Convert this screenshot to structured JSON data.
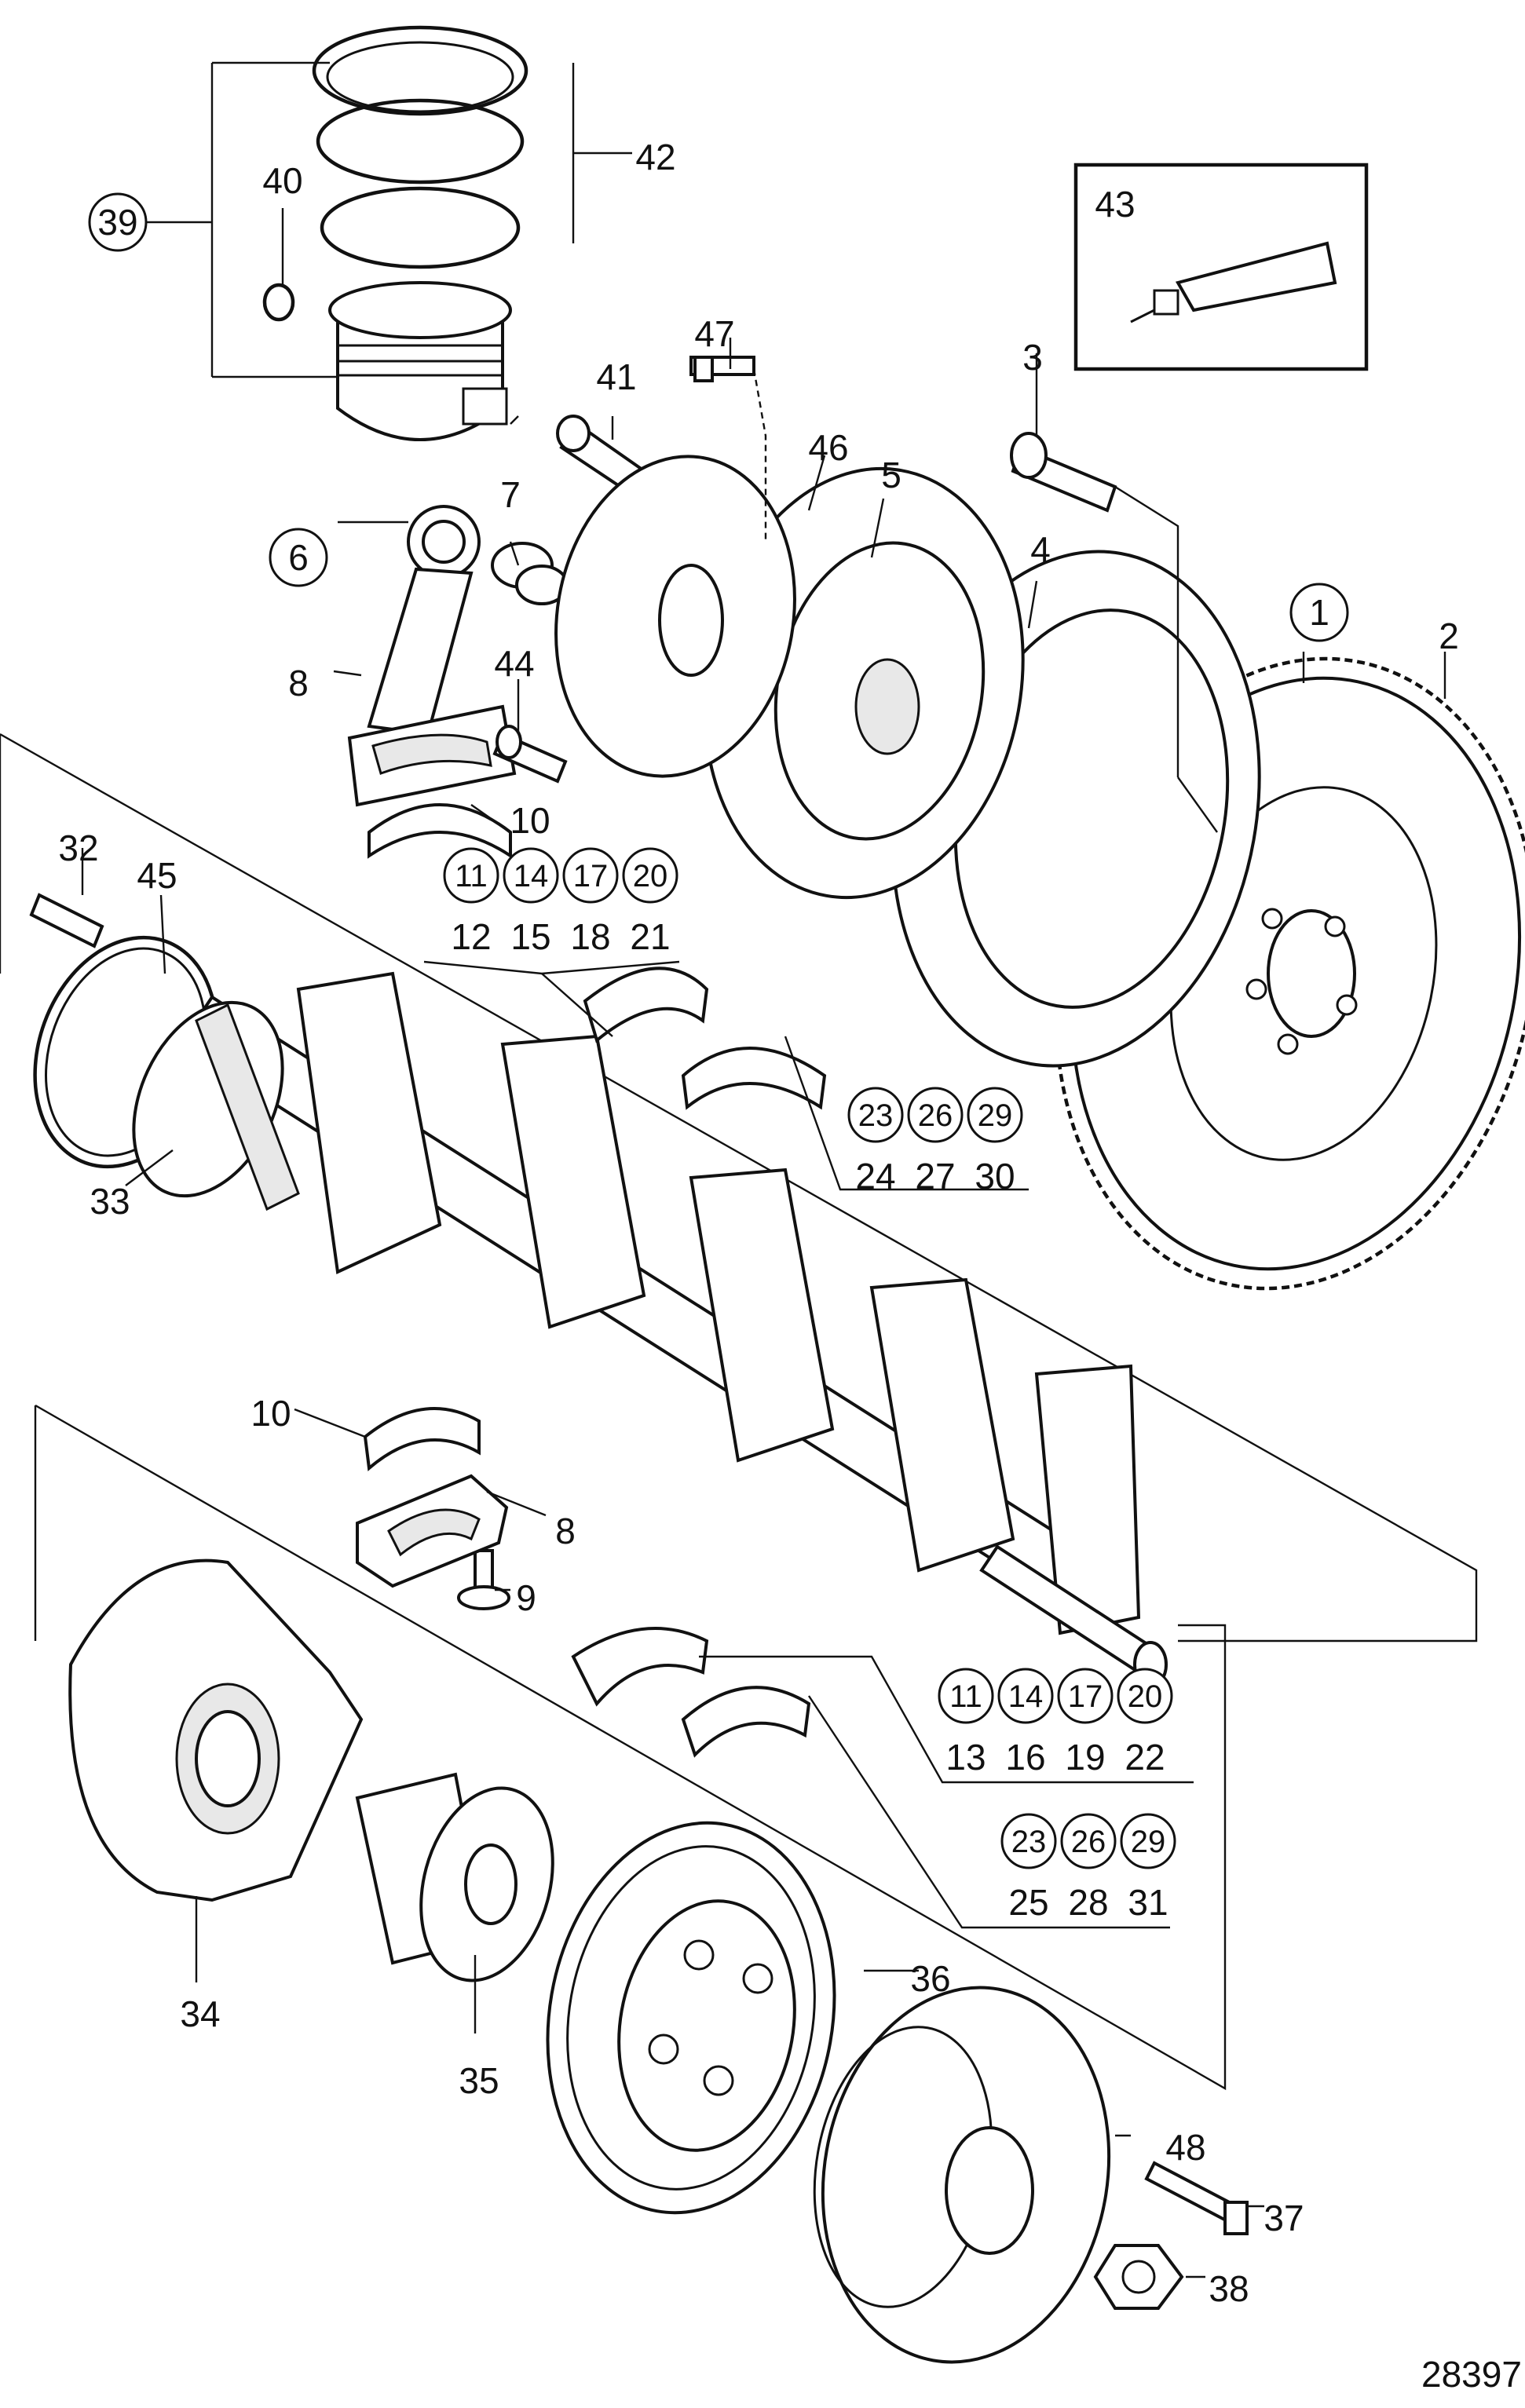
{
  "drawing_number": "28397",
  "callouts": [
    {
      "text": "1",
      "circled": true
    },
    {
      "text": "2",
      "circled": false
    },
    {
      "text": "3",
      "circled": false
    },
    {
      "text": "4",
      "circled": false
    },
    {
      "text": "5",
      "circled": false
    },
    {
      "text": "6",
      "circled": true
    },
    {
      "text": "7",
      "circled": false
    },
    {
      "text": "8",
      "circled": false
    },
    {
      "text": "44",
      "circled": false
    },
    {
      "text": "10",
      "circled": false
    },
    {
      "text": "32",
      "circled": false
    },
    {
      "text": "45",
      "circled": false
    },
    {
      "text": "33",
      "circled": false
    },
    {
      "text": "39",
      "circled": true
    },
    {
      "text": "40",
      "circled": false
    },
    {
      "text": "42",
      "circled": false
    },
    {
      "text": "41",
      "circled": false
    },
    {
      "text": "47",
      "circled": false
    },
    {
      "text": "46",
      "circled": false
    },
    {
      "text": "43",
      "circled": false
    },
    {
      "text": "10",
      "circled": false
    },
    {
      "text": "8",
      "circled": false
    },
    {
      "text": "9",
      "circled": false
    },
    {
      "text": "34",
      "circled": false
    },
    {
      "text": "35",
      "circled": false
    },
    {
      "text": "36",
      "circled": false
    },
    {
      "text": "48",
      "circled": false
    },
    {
      "text": "37",
      "circled": false
    },
    {
      "text": "38",
      "circled": false
    }
  ],
  "bearing_groups": [
    {
      "circled": [
        "11",
        "14",
        "17",
        "20"
      ],
      "plain": [
        "12",
        "15",
        "18",
        "21"
      ]
    },
    {
      "circled": [
        "23",
        "26",
        "29"
      ],
      "plain": [
        "24",
        "27",
        "30"
      ]
    },
    {
      "circled": [
        "11",
        "14",
        "17",
        "20"
      ],
      "plain": [
        "13",
        "16",
        "19",
        "22"
      ]
    },
    {
      "circled": [
        "23",
        "26",
        "29"
      ],
      "plain": [
        "25",
        "28",
        "31"
      ]
    }
  ]
}
